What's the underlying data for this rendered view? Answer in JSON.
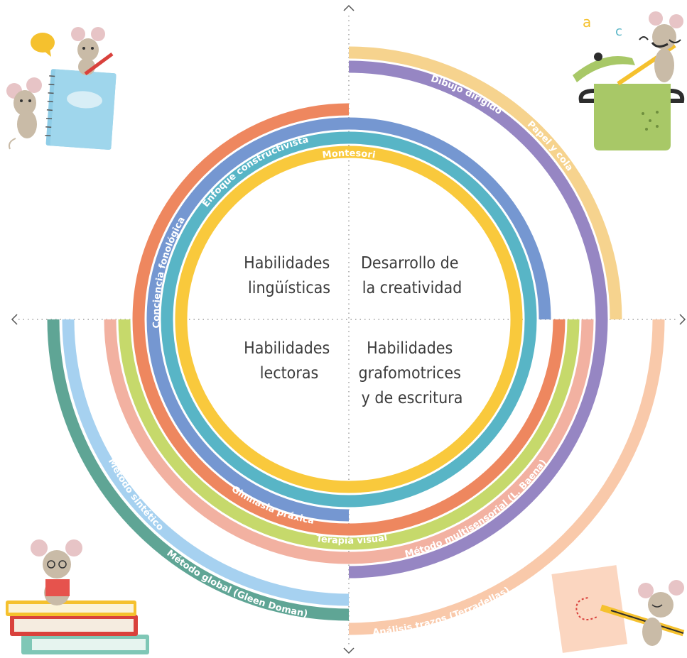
{
  "colors": {
    "montessori": "#f9c93c",
    "constructivista": "#58b5c6",
    "fonologica": "#7597d1",
    "gimnasia": "#ee875f",
    "terapia": "#c6d96b",
    "multisensorial": "#f2b1a1",
    "dibujo": "#9686c3",
    "papel": "#f6d38e",
    "analisis": "#f9c9aa",
    "global": "#5fa595",
    "sintetico": "#a6d1f0",
    "axis": "#8a8a8a",
    "text": "#3b3b3b"
  },
  "quadrants": {
    "top_left": [
      "Habilidades",
      "lingüísticas"
    ],
    "top_right": [
      "Desarrollo de",
      "la creatividad"
    ],
    "bottom_left": [
      "Habilidades",
      "lectoras"
    ],
    "bottom_right": [
      "Habilidades",
      "grafomotrices",
      "y de escritura"
    ]
  },
  "methods": {
    "montessori": "Montesori",
    "constructivista": "Enfoque constructivista",
    "fonologica": "Conciencia fonológica",
    "gimnasia": "Gimnasia práxica",
    "terapia": "Terapia visual",
    "multisensorial": "Método multisensorial (L. Baena)",
    "dibujo": "Dibujo dirigido",
    "papel": "Papel y cola",
    "analisis": "Análisis trazos (Terradellas)",
    "global": "Método global (Gleen Doman)",
    "sintetico": "Método sintético"
  },
  "axis_icons": {
    "up": "chevron-up-icon",
    "down": "chevron-down-icon",
    "left": "chevron-left-icon",
    "right": "chevron-right-icon"
  },
  "decorations": {
    "top_left": "mice-with-notebook-illustration",
    "top_right": "mouse-with-pot-illustration",
    "bottom_left": "mouse-reading-books-illustration",
    "bottom_right": "mouse-writing-paper-illustration"
  }
}
